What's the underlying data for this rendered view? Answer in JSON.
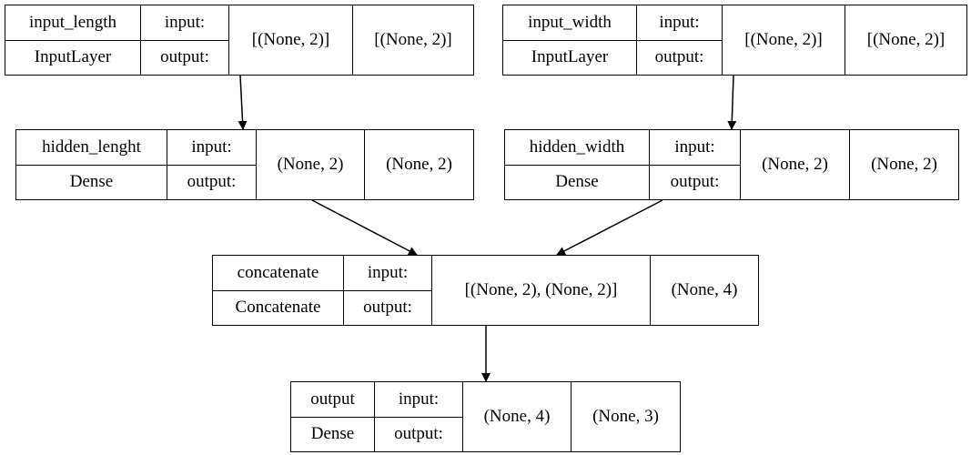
{
  "labels": {
    "input": "input:",
    "output": "output:"
  },
  "nodes": {
    "input_length": {
      "name": "input_length",
      "type": "InputLayer",
      "input_shape": "[(None, 2)]",
      "output_shape": "[(None, 2)]"
    },
    "input_width": {
      "name": "input_width",
      "type": "InputLayer",
      "input_shape": "[(None, 2)]",
      "output_shape": "[(None, 2)]"
    },
    "hidden_lenght": {
      "name": "hidden_lenght",
      "type": "Dense",
      "input_shape": "(None, 2)",
      "output_shape": "(None, 2)"
    },
    "hidden_width": {
      "name": "hidden_width",
      "type": "Dense",
      "input_shape": "(None, 2)",
      "output_shape": "(None, 2)"
    },
    "concatenate": {
      "name": "concatenate",
      "type": "Concatenate",
      "input_shape": "[(None, 2), (None, 2)]",
      "output_shape": "(None, 4)"
    },
    "output": {
      "name": "output",
      "type": "Dense",
      "input_shape": "(None, 4)",
      "output_shape": "(None, 3)"
    }
  },
  "edges": [
    {
      "from": "input_length",
      "to": "hidden_lenght"
    },
    {
      "from": "input_width",
      "to": "hidden_width"
    },
    {
      "from": "hidden_lenght",
      "to": "concatenate"
    },
    {
      "from": "hidden_width",
      "to": "concatenate"
    },
    {
      "from": "concatenate",
      "to": "output"
    }
  ]
}
